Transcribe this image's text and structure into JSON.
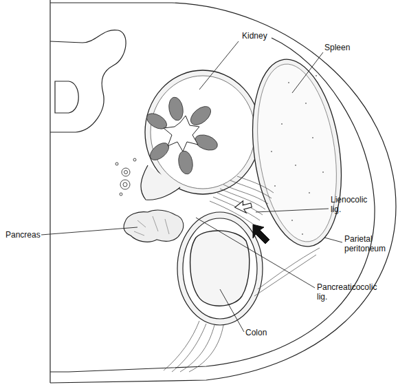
{
  "diagram": {
    "labels": [
      "Kidney",
      "Spleen",
      "Lienocolic lig.",
      "Parietal peritoneum",
      "Pancreas",
      "Pancreaticocolic lig.",
      "Colon"
    ]
  }
}
